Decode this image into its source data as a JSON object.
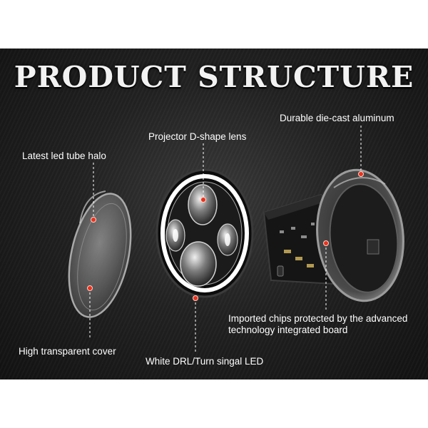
{
  "title": "PRODUCT STRUCTURE",
  "labels": {
    "aluminum": "Durable die-cast aluminum",
    "lens": "Projector D-shape lens",
    "halo": "Latest led tube halo",
    "chips": "Imported chips protected by the advanced technology integrated board",
    "cover": "High transparent cover",
    "drl": "White DRL/Turn singal LED"
  },
  "colors": {
    "panel_background": "#1b1b1b",
    "text": "#ffffff",
    "marker": "#e8321e"
  }
}
